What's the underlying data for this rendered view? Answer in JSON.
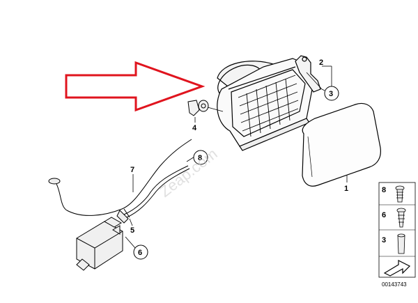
{
  "callouts": {
    "c1": "1",
    "c2": "2",
    "c3": "3",
    "c4": "4",
    "c5": "5",
    "c6": "6",
    "c7": "7",
    "c8": "8"
  },
  "legend": {
    "items": [
      "8",
      "6",
      "3"
    ]
  },
  "diagram_number": "00143743",
  "watermark": "Zeap.com",
  "colors": {
    "arrow": "#e0141e",
    "line": "#000000",
    "background": "#ffffff"
  }
}
